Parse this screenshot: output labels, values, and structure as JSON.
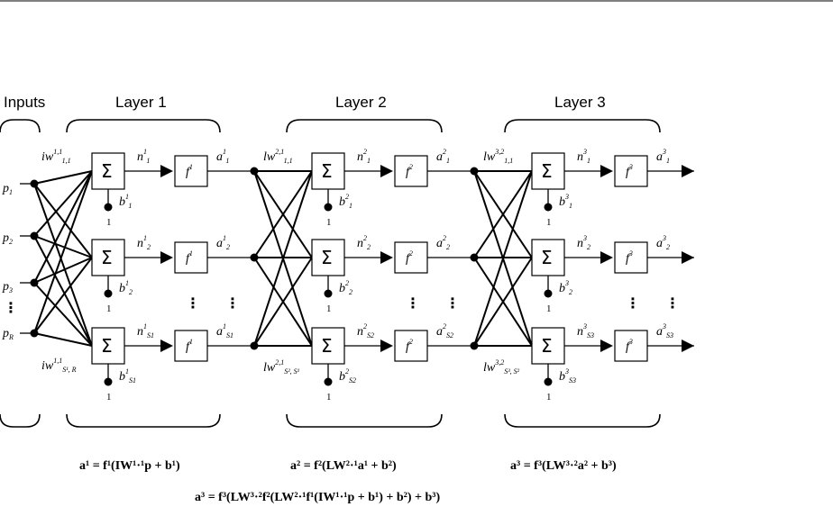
{
  "inputs_label": "Inputs",
  "layers": [
    {
      "title": "Layer 1",
      "weight_top": "iw",
      "weight_top_sup": "1,1",
      "weight_top_sub": "1,1",
      "weight_bot": "iw",
      "weight_bot_sup": "1,1",
      "weight_bot_sub": "S¹, R",
      "transfer_sup": "1"
    },
    {
      "title": "Layer 2",
      "weight_top": "lw",
      "weight_top_sup": "2,1",
      "weight_top_sub": "1,1",
      "weight_bot": "lw",
      "weight_bot_sup": "2,1",
      "weight_bot_sub": "S², S¹",
      "transfer_sup": "2"
    },
    {
      "title": "Layer 3",
      "weight_top": "lw",
      "weight_top_sup": "3,2",
      "weight_top_sub": "1,1",
      "weight_bot": "lw",
      "weight_bot_sup": "3,2",
      "weight_bot_sub": "S³, S²",
      "transfer_sup": "3"
    }
  ],
  "inputs": [
    {
      "sym": "p",
      "sub": "1"
    },
    {
      "sym": "p",
      "sub": "2"
    },
    {
      "sym": "p",
      "sub": "3"
    },
    {
      "sym": "p",
      "sub": "R"
    }
  ],
  "neuron_subs": [
    "1",
    "2",
    "S"
  ],
  "symbols": {
    "sigma": "Σ",
    "f": "f",
    "n": "n",
    "a": "a",
    "b": "b",
    "one": "1",
    "vdots": "⋮"
  },
  "equations": {
    "layer1": "a¹ = f¹(IW¹·¹p + b¹)",
    "layer2": "a² = f²(LW²·¹a¹ + b²)",
    "layer3": "a³ = f³(LW³·²a² + b³)",
    "full": "a³ = f³(LW³·²f²(LW²·¹f¹(IW¹·¹p + b¹) + b²) + b³)"
  }
}
